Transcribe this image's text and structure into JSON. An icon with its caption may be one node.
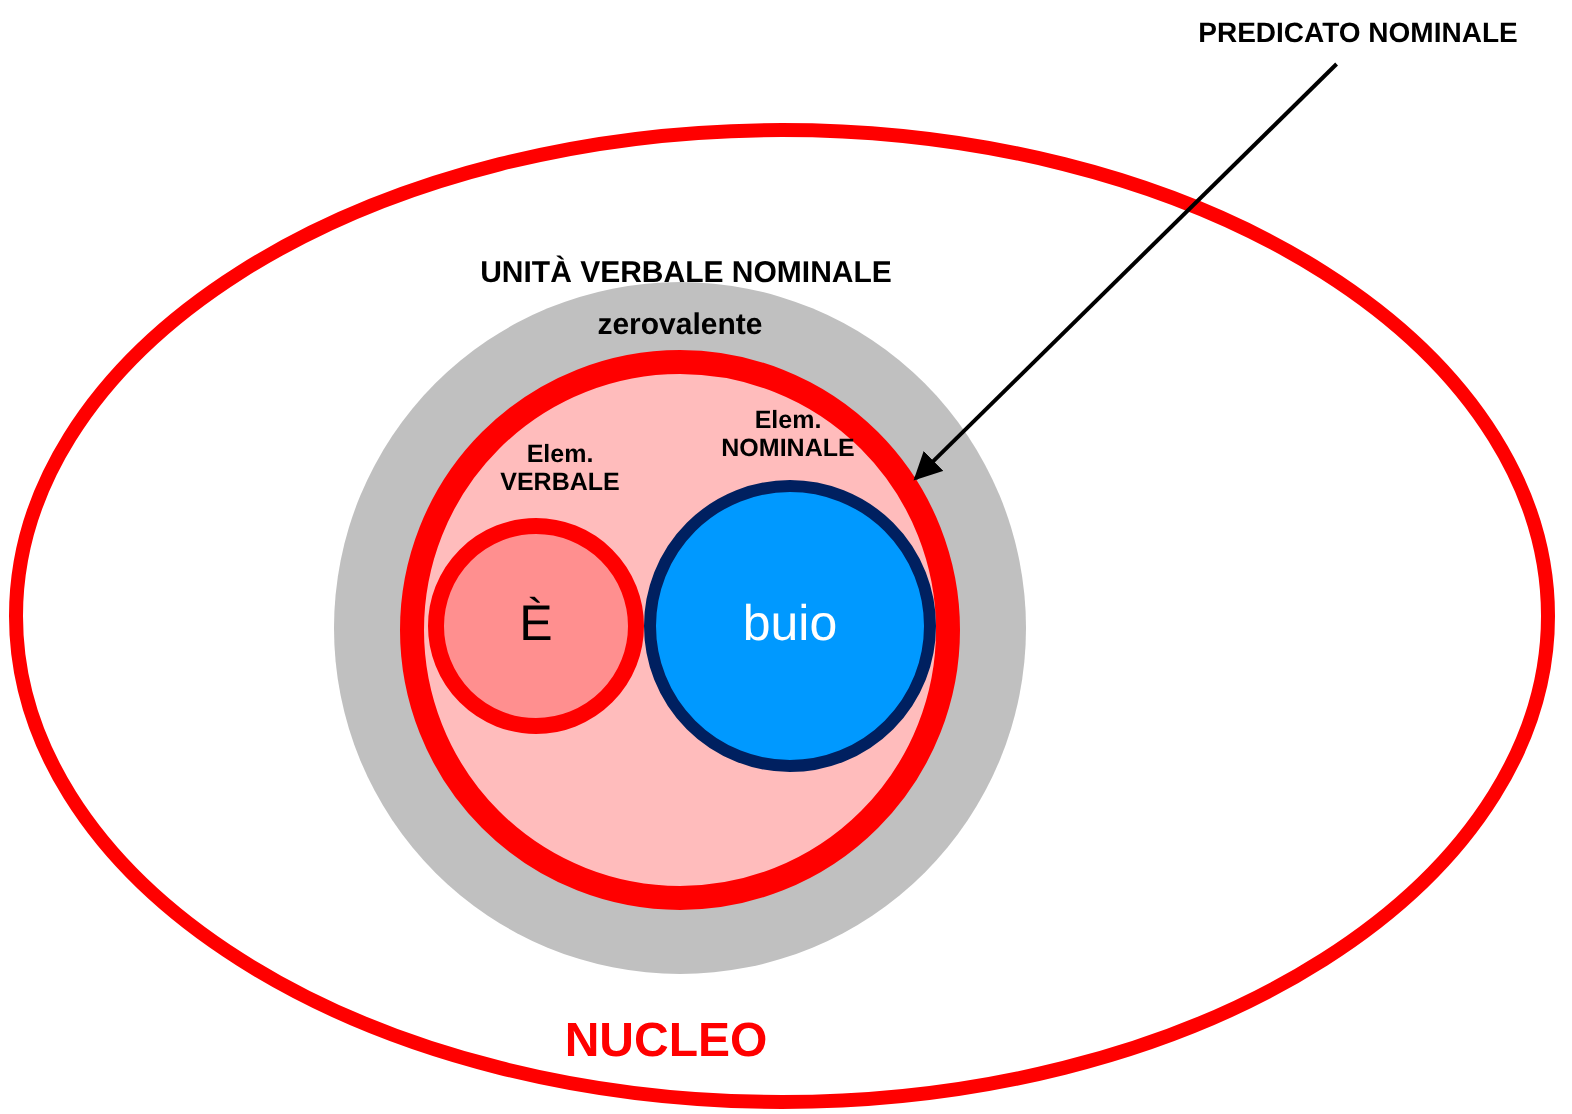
{
  "diagram": {
    "nodes": [
      {
        "text": [
          "NUCLEO"
        ]
      },
      {
        "text": [
          "UNITÀ VERBALE NOMINALE",
          "zerovalente"
        ],
        "in": 0
      },
      {
        "text": [],
        "shape": "circle",
        "in": 1
      },
      {
        "text": [
          "Elem. VERBALE",
          "È"
        ],
        "in": 2
      },
      {
        "text": [
          "Elem. NOMINALE",
          "buio"
        ],
        "in": 2
      },
      {
        "text": [
          "PREDICATO NOMINALE"
        ]
      }
    ],
    "edges": [
      {
        "from": 5,
        "to": 2,
        "arrow": "to"
      }
    ]
  }
}
